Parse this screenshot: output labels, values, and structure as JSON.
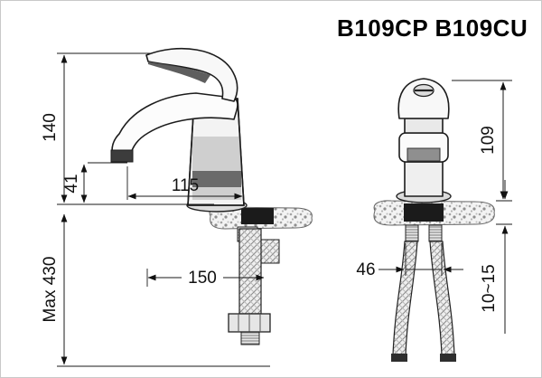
{
  "title": "B109CP B109CU",
  "side_view": {
    "dim_height": "140",
    "dim_spout_height": "41",
    "dim_spout_reach": "115",
    "dim_max_depth": "Max 430",
    "dim_base_reach": "150"
  },
  "front_view": {
    "dim_height": "109",
    "dim_center_distance": "46",
    "dim_deck_thickness": "10~15"
  }
}
